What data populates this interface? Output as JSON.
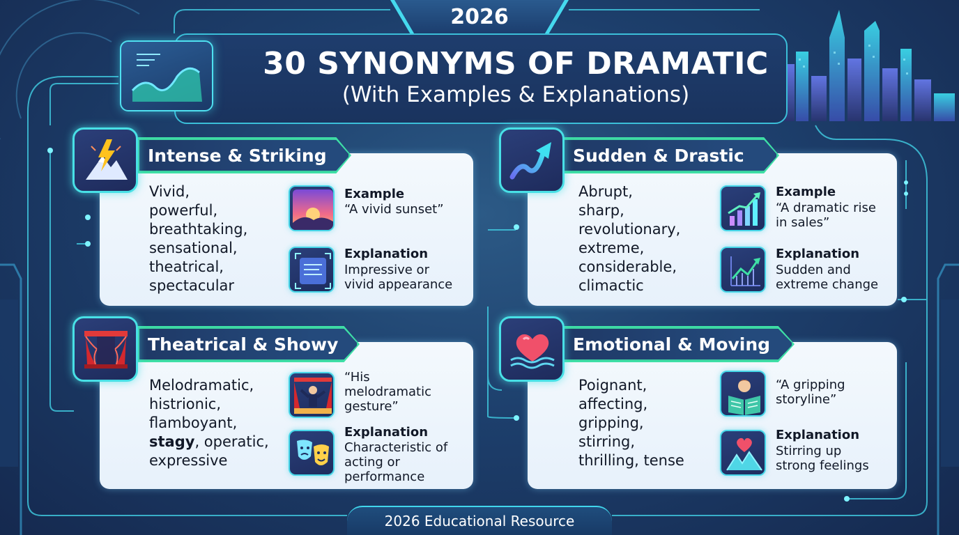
{
  "header": {
    "year": "2026",
    "title": "30 SYNONYMS OF DRAMATIC",
    "subtitle": "(With Examples & Explanations)"
  },
  "categories": [
    {
      "title": "Intense & Striking",
      "icon": "lightning-mountain-icon",
      "words": [
        "Vivid,",
        "powerful,",
        "breathtaking,",
        "sensational,",
        "theatrical,",
        "spectacular"
      ],
      "example_label": "Example",
      "example_text": "“A vivid sunset”",
      "example_icon": "sunset-icon",
      "explanation_label": "Explanation",
      "explanation_text": [
        "Impressive or",
        "vivid appearance"
      ],
      "explanation_icon": "screen-frame-icon"
    },
    {
      "title": "Sudden & Drastic",
      "icon": "rising-arrow-icon",
      "words": [
        "Abrupt,",
        "sharp,",
        "revolutionary,",
        "extreme,",
        "considerable,",
        "climactic"
      ],
      "example_label": "Example",
      "example_text": [
        "“A dramatic rise",
        "in sales”"
      ],
      "example_icon": "bar-chart-rise-icon",
      "explanation_label": "Explanation",
      "explanation_text": [
        "Sudden and",
        "extreme change"
      ],
      "explanation_icon": "line-chart-icon"
    },
    {
      "title": "Theatrical & Showy",
      "icon": "stage-curtain-icon",
      "words_line1": "Melodramatic,",
      "words_line2": "histrionic,",
      "words_line3": "flamboyant,",
      "words_line4_bold": "stagy",
      "words_line4_rest": ", operatic,",
      "words_line5": "expressive",
      "example_text": [
        "“His",
        "melodramatic",
        "gesture”"
      ],
      "example_icon": "performer-stage-icon",
      "explanation_label": "Explanation",
      "explanation_text": [
        "Characteristic of",
        "acting or",
        "performance"
      ],
      "explanation_icon": "theater-masks-icon"
    },
    {
      "title": "Emotional & Moving",
      "icon": "heart-waves-icon",
      "words": [
        "Poignant,",
        "affecting,",
        "gripping,",
        "stirring,",
        "thrilling, tense"
      ],
      "example_text": [
        "“A gripping",
        "storyline”"
      ],
      "example_icon": "reader-book-icon",
      "explanation_label": "Explanation",
      "explanation_text": [
        "Stirring up",
        "strong feelings"
      ],
      "explanation_icon": "heart-mountain-icon"
    }
  ],
  "footer": {
    "text": "2026 Educational Resource"
  },
  "colors": {
    "accent_cyan": "#45d9ee",
    "accent_green": "#3ee0a6",
    "banner_bg": "#1e3d6d",
    "card_bg": "#f4f9fd"
  }
}
